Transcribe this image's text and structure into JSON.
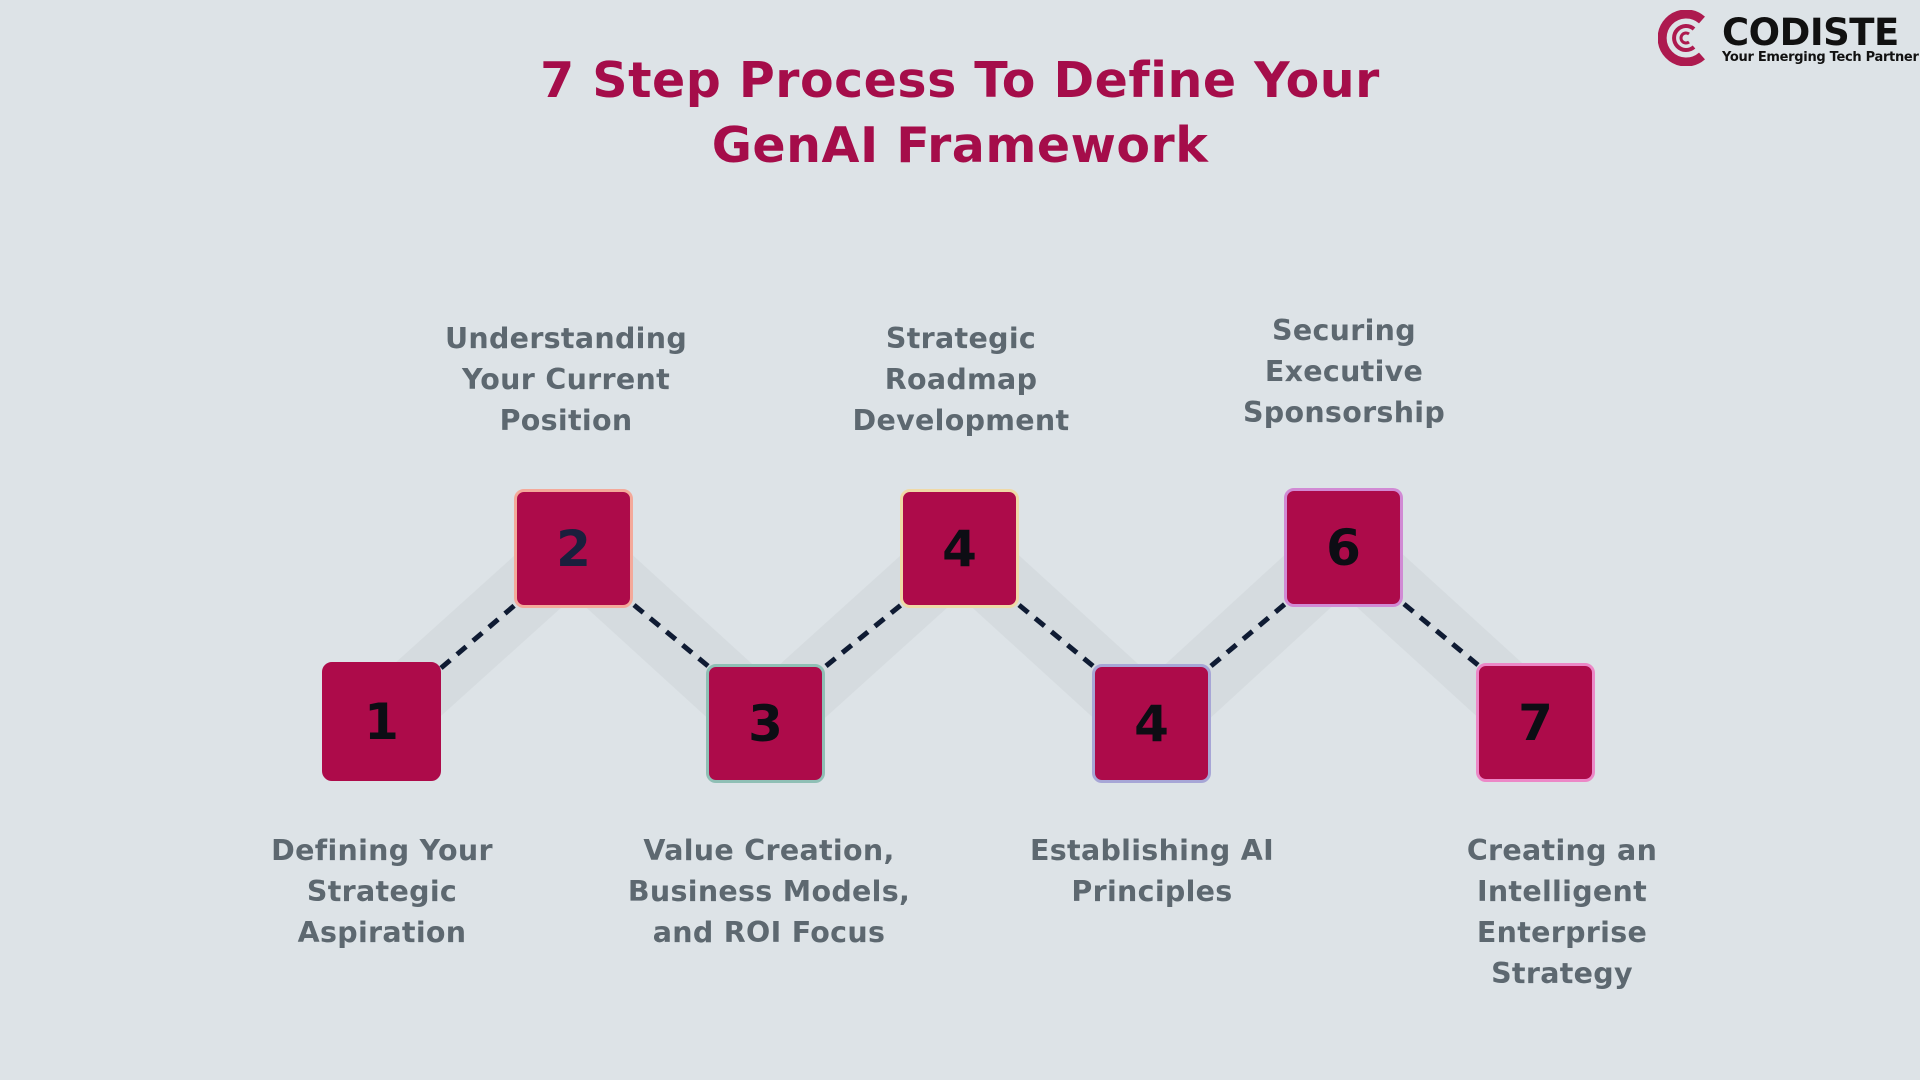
{
  "title": {
    "line1": "7 Step Process To Define Your",
    "line2": "GenAI Framework"
  },
  "logo": {
    "name": "CODISTE",
    "tagline": "Your Emerging Tech Partner",
    "icon": "codiste-c-logo-icon"
  },
  "colors": {
    "background": "#dde3e7",
    "title": "#a50d4a",
    "box_fill": "#ad0b4a",
    "label_text": "#5d6870",
    "connector": "#0f1b33"
  },
  "steps": [
    {
      "number": "1",
      "position": "bottom",
      "lines": [
        "Defining Your",
        "Strategic",
        "Aspiration"
      ],
      "border": "#ad0b4a"
    },
    {
      "number": "2",
      "position": "top",
      "lines": [
        "Understanding",
        "Your Current",
        "Position"
      ],
      "border": "#f4a99a"
    },
    {
      "number": "3",
      "position": "bottom",
      "lines": [
        "Value Creation,",
        "Business Models,",
        "and ROI Focus"
      ],
      "border": "#8fbfb5"
    },
    {
      "number": "4",
      "position": "top",
      "lines": [
        "Strategic",
        "Roadmap",
        "Development"
      ],
      "border": "#efd9a6"
    },
    {
      "number": "4",
      "position": "bottom",
      "lines": [
        "Establishing AI",
        "Principles"
      ],
      "border": "#a7a6d6"
    },
    {
      "number": "6",
      "position": "top",
      "lines": [
        "Securing",
        "Executive",
        "Sponsorship"
      ],
      "border": "#d18ad4"
    },
    {
      "number": "7",
      "position": "bottom",
      "lines": [
        "Creating an",
        "Intelligent",
        "Enterprise Strategy"
      ],
      "border": "#ec88c7"
    }
  ]
}
